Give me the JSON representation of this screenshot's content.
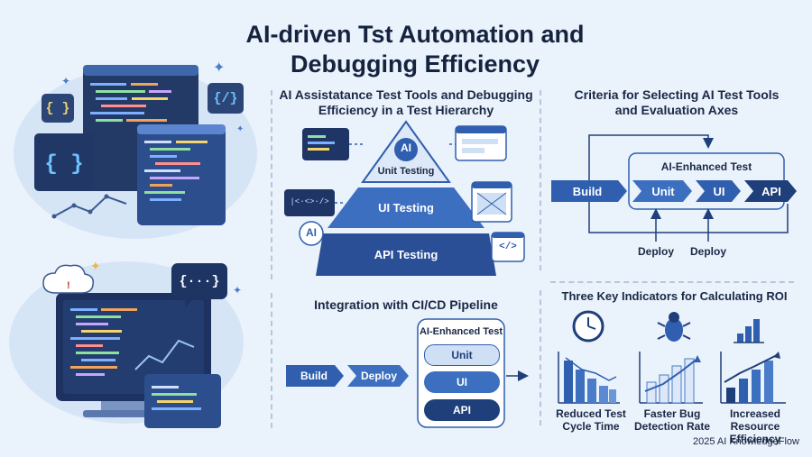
{
  "title_line1": "AI-driven Tst Automation and",
  "title_line2": "Debugging Efficiency",
  "pyramid": {
    "title_line1": "AI Assistatance Test Tools and Debugging",
    "title_line2": "Efficiency in a Test Hierarchy",
    "ai_badge_top": "AI",
    "ai_badge_side": "AI",
    "level_unit": "Unit Testing",
    "level_ui": "UI Testing",
    "level_api": "API Testing",
    "code_icon_left": "|<·<>·/>",
    "code_icon_right": "</>"
  },
  "criteria": {
    "title_line1": "Criteria for Selecting AI Test Tools",
    "title_line2": "and Evaluation Axes",
    "group_label": "AI-Enhanced Test",
    "build": "Build",
    "unit": "Unit",
    "ui": "UI",
    "api": "API",
    "deploy1": "Deploy",
    "deploy2": "Deploy"
  },
  "cicd": {
    "title": "Integration with CI/CD Pipeline",
    "build": "Build",
    "deploy": "Deploy",
    "group_label": "AI-Enhanced Test",
    "unit": "Unit",
    "ui": "UI",
    "api": "API"
  },
  "roi": {
    "title": "Three Key Indicators for Calculating ROI",
    "ind1_line1": "Reduced Test",
    "ind1_line2": "Cycle Time",
    "ind2_line1": "Faster Bug",
    "ind2_line2": "Detection Rate",
    "ind3_line1": "Increased Resource",
    "ind3_line2": "Efficiency"
  },
  "illustrations": {
    "brace_icon_1": "{ }",
    "brace_icon_2": "{ }",
    "slash_icon": "{/}",
    "bubble_icon": "{···}"
  },
  "footer": "2025 AI KnowledgeFlow",
  "colors": {
    "navy": "#1e3f7a",
    "blue": "#2f5fae",
    "mid": "#4a7cc9",
    "light": "#cfe0f5",
    "bg": "#eaf2fb"
  }
}
